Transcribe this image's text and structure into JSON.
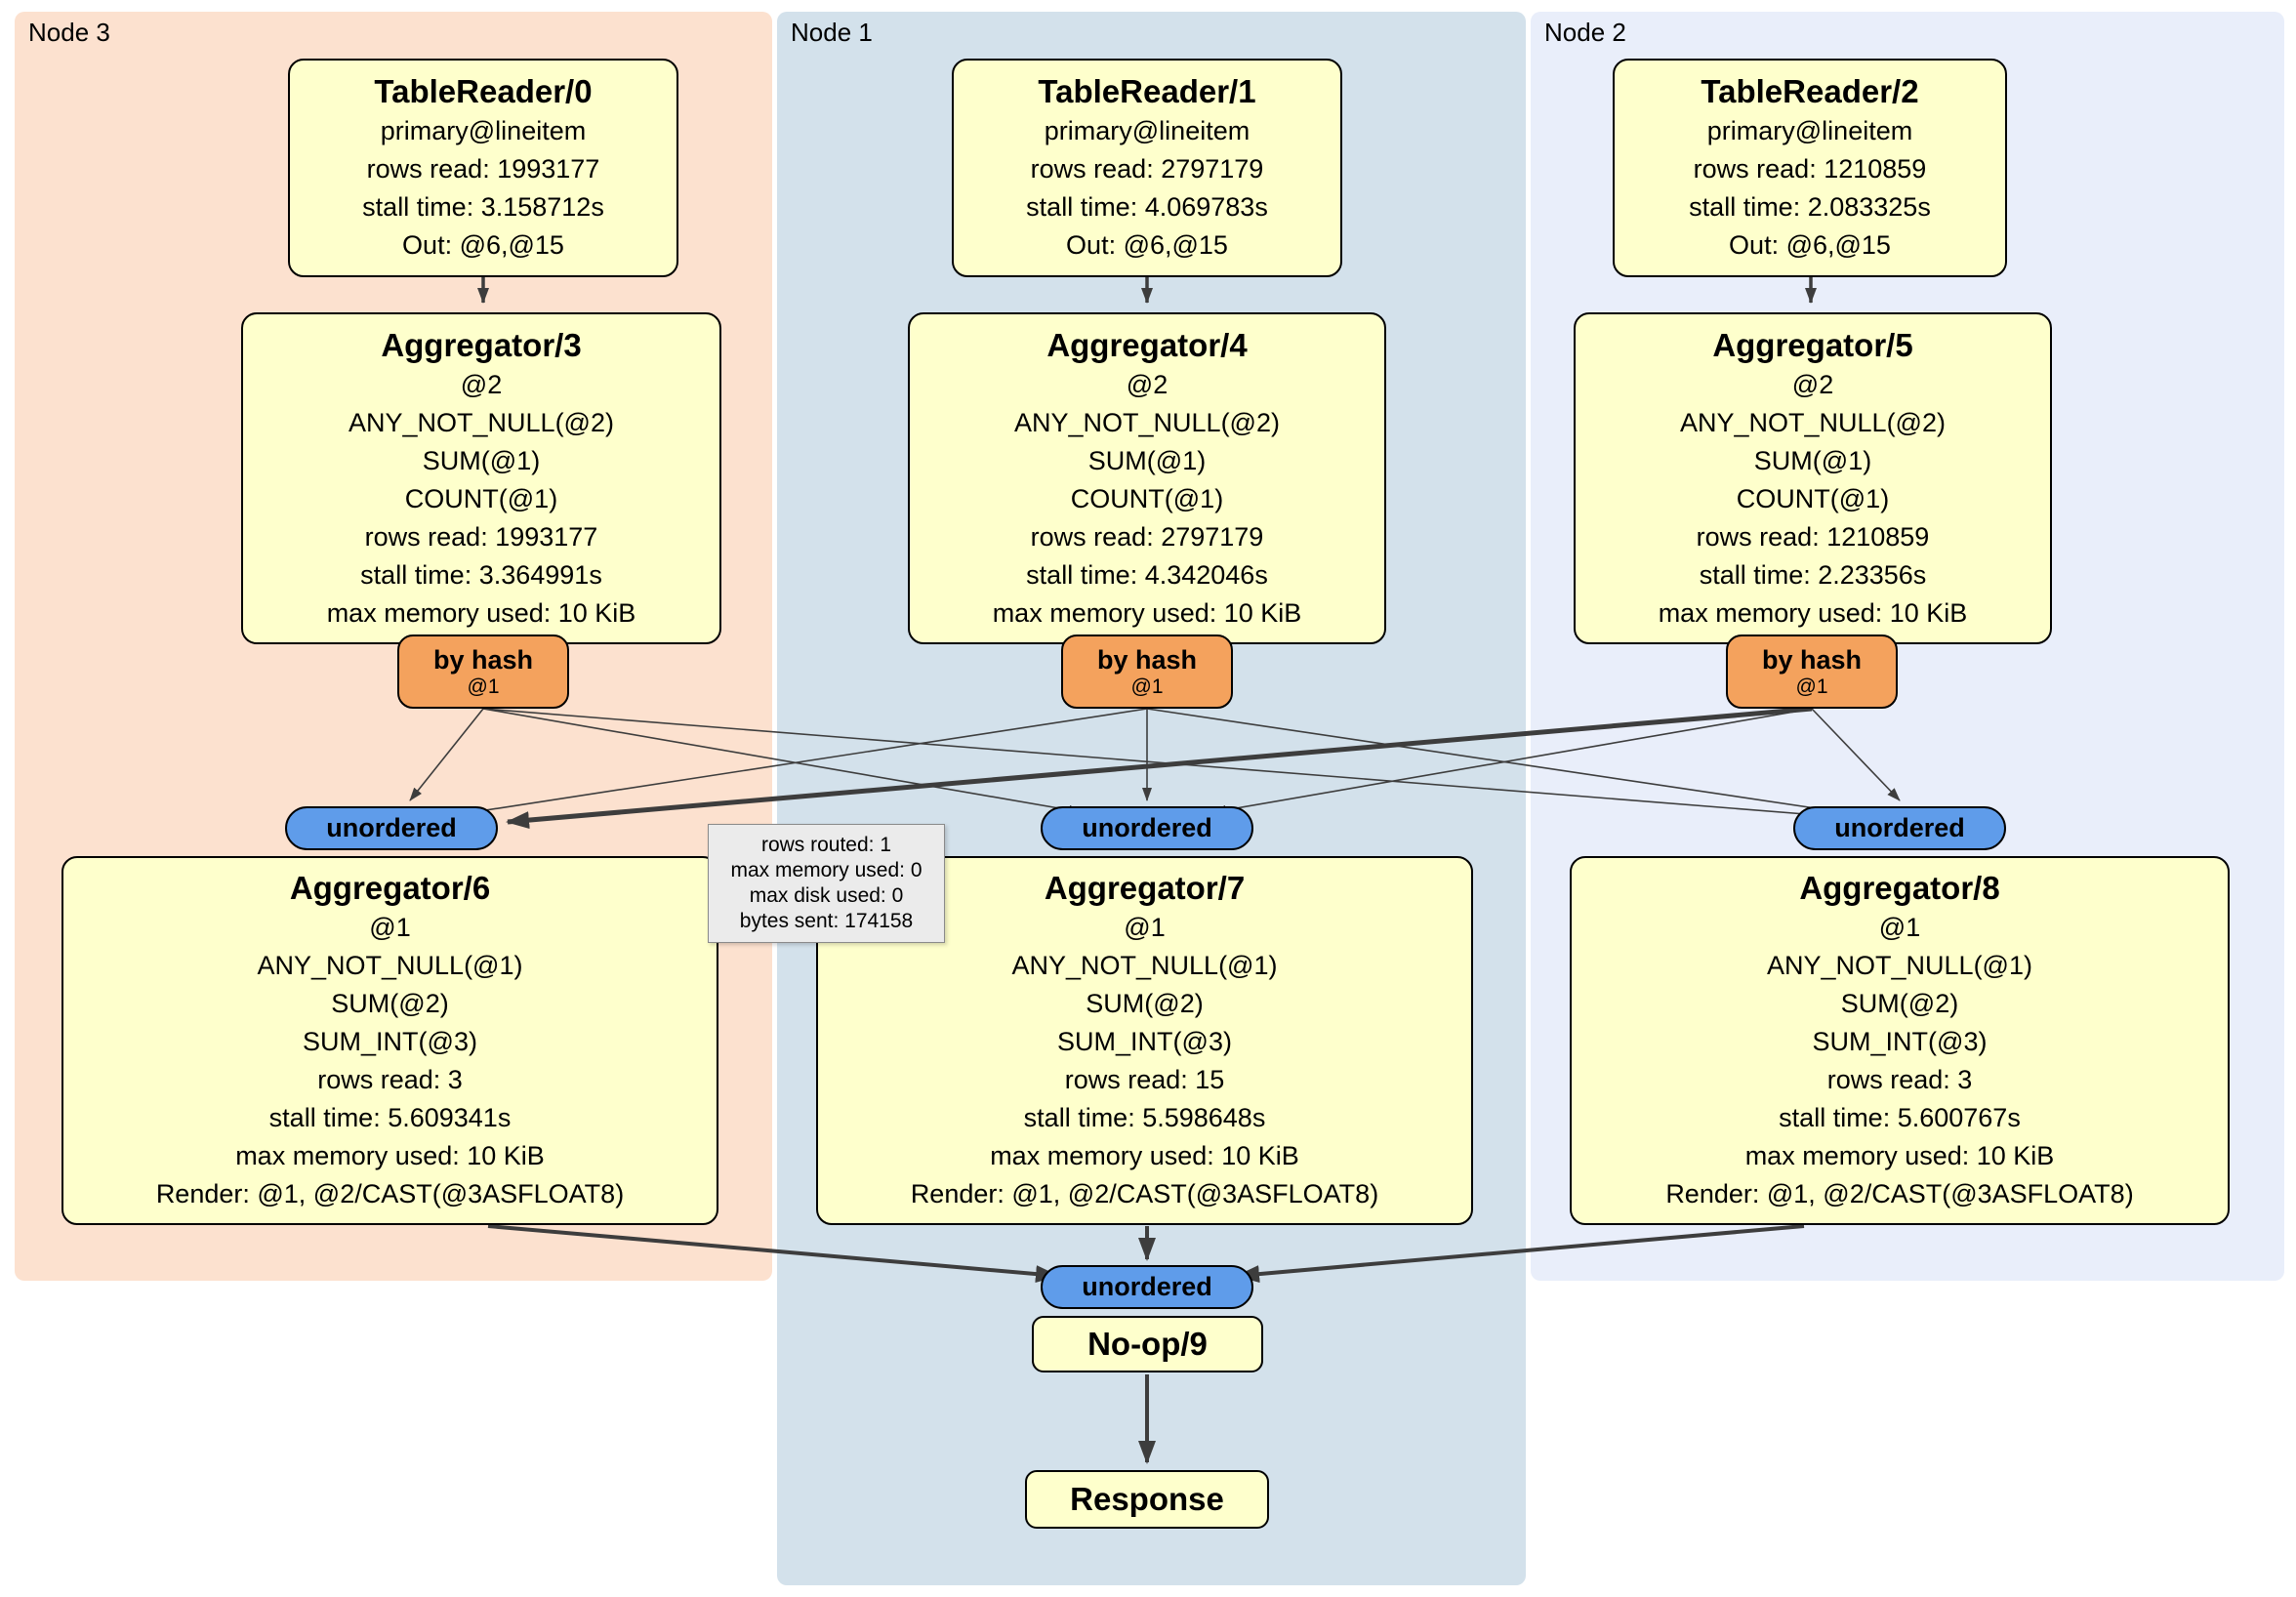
{
  "regions": [
    {
      "label": "Node 3"
    },
    {
      "label": "Node 1"
    },
    {
      "label": "Node 2"
    }
  ],
  "processors": {
    "tr0": {
      "title": "TableReader/0",
      "lines": [
        "primary@lineitem",
        "rows read: 1993177",
        "stall time: 3.158712s",
        "Out: @6,@15"
      ]
    },
    "tr1": {
      "title": "TableReader/1",
      "lines": [
        "primary@lineitem",
        "rows read: 2797179",
        "stall time: 4.069783s",
        "Out: @6,@15"
      ]
    },
    "tr2": {
      "title": "TableReader/2",
      "lines": [
        "primary@lineitem",
        "rows read: 1210859",
        "stall time: 2.083325s",
        "Out: @6,@15"
      ]
    },
    "agg3": {
      "title": "Aggregator/3",
      "lines": [
        "@2",
        "ANY_NOT_NULL(@2)",
        "SUM(@1)",
        "COUNT(@1)",
        "rows read: 1993177",
        "stall time: 3.364991s",
        "max memory used: 10 KiB"
      ]
    },
    "agg4": {
      "title": "Aggregator/4",
      "lines": [
        "@2",
        "ANY_NOT_NULL(@2)",
        "SUM(@1)",
        "COUNT(@1)",
        "rows read: 2797179",
        "stall time: 4.342046s",
        "max memory used: 10 KiB"
      ]
    },
    "agg5": {
      "title": "Aggregator/5",
      "lines": [
        "@2",
        "ANY_NOT_NULL(@2)",
        "SUM(@1)",
        "COUNT(@1)",
        "rows read: 1210859",
        "stall time: 2.23356s",
        "max memory used: 10 KiB"
      ]
    },
    "agg6": {
      "title": "Aggregator/6",
      "lines": [
        "@1",
        "ANY_NOT_NULL(@1)",
        "SUM(@2)",
        "SUM_INT(@3)",
        "rows read: 3",
        "stall time: 5.609341s",
        "max memory used: 10 KiB",
        "Render: @1, @2/CAST(@3ASFLOAT8)"
      ]
    },
    "agg7": {
      "title": "Aggregator/7",
      "lines": [
        "@1",
        "ANY_NOT_NULL(@1)",
        "SUM(@2)",
        "SUM_INT(@3)",
        "rows read: 15",
        "stall time: 5.598648s",
        "max memory used: 10 KiB",
        "Render: @1, @2/CAST(@3ASFLOAT8)"
      ]
    },
    "agg8": {
      "title": "Aggregator/8",
      "lines": [
        "@1",
        "ANY_NOT_NULL(@1)",
        "SUM(@2)",
        "SUM_INT(@3)",
        "rows read: 3",
        "stall time: 5.600767s",
        "max memory used: 10 KiB",
        "Render: @1, @2/CAST(@3ASFLOAT8)"
      ]
    },
    "noop": {
      "title": "No-op/9"
    },
    "response": {
      "title": "Response"
    }
  },
  "routers": [
    {
      "label": "by hash",
      "sub": "@1"
    },
    {
      "label": "by hash",
      "sub": "@1"
    },
    {
      "label": "by hash",
      "sub": "@1"
    }
  ],
  "streams": [
    {
      "label": "unordered"
    },
    {
      "label": "unordered"
    },
    {
      "label": "unordered"
    },
    {
      "label": "unordered"
    }
  ],
  "tooltip": {
    "lines": [
      "rows routed: 1",
      "max memory used: 0",
      "max disk used: 0",
      "bytes sent: 174158"
    ]
  },
  "colors": {
    "node3_bg": "#fce1cf",
    "node1_bg": "#d3e1eb",
    "node2_bg": "#e9eefa",
    "box_bg": "#feffcc",
    "router_bg": "#f4a25d",
    "stream_bg": "#5f9cea",
    "tooltip_bg": "#ebebeb",
    "edge": "#3d3d3d"
  }
}
